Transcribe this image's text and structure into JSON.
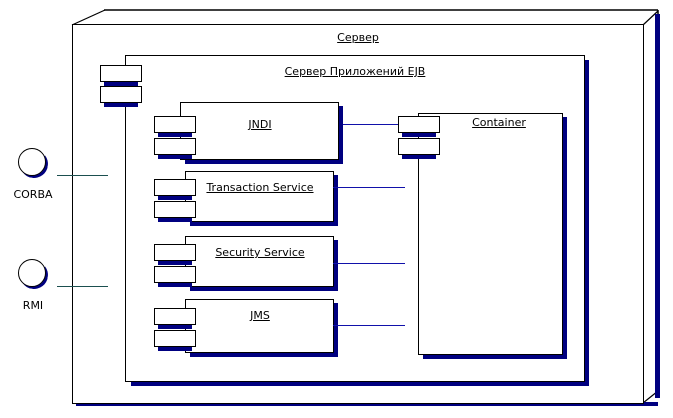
{
  "diagram": {
    "type": "uml-deployment-diagram",
    "title_node": "Сервер",
    "inner_node": "Сервер Приложений EJB"
  },
  "nodes": {
    "server": {
      "label": "Сервер"
    },
    "ejb_server": {
      "label": "Сервер Приложений EJB"
    }
  },
  "components": [
    {
      "id": "jndi",
      "label": "JNDI"
    },
    {
      "id": "transaction",
      "label": "Transaction Service"
    },
    {
      "id": "security",
      "label": "Security Service"
    },
    {
      "id": "jms",
      "label": "JMS"
    },
    {
      "id": "container",
      "label": "Container"
    }
  ],
  "interfaces": [
    {
      "id": "corba",
      "label": "CORBA"
    },
    {
      "id": "rmi",
      "label": "RMI"
    }
  ],
  "colors": {
    "outline": "#000000",
    "shadow": "#000080",
    "connector_blue": "#1111aa",
    "connector_teal": "#1b4f4f",
    "background": "#ffffff"
  }
}
